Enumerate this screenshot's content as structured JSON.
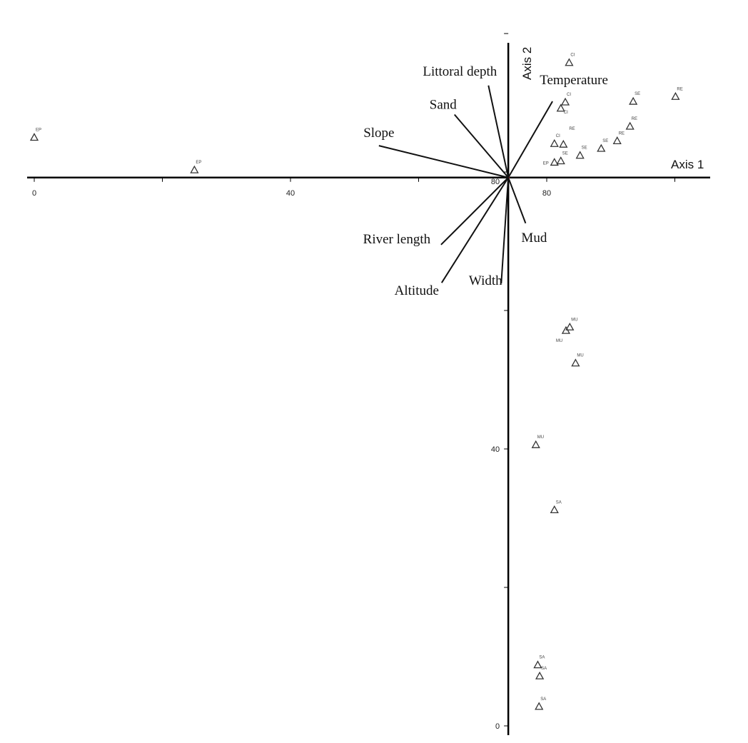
{
  "chart_data": {
    "type": "scatter",
    "title": "",
    "xlabel": "Axis 1",
    "ylabel": "Axis 2",
    "xlim": [
      0,
      105
    ],
    "ylim": [
      -1,
      99
    ],
    "x_ticks": [
      0,
      20,
      40,
      60,
      80,
      100
    ],
    "x_tick_labels": [
      "0",
      "",
      "40",
      "",
      "80",
      ""
    ],
    "y_ticks": [
      0,
      20,
      40,
      60,
      80,
      100
    ],
    "y_tick_labels": [
      "0",
      "",
      "40",
      "",
      "80",
      ""
    ],
    "origin": [
      74.0,
      79.2
    ],
    "grid": false,
    "marker": "triangle-open",
    "sites": [
      {
        "label": "EP",
        "x": 0.0,
        "y": 85.0,
        "label_pos": "above"
      },
      {
        "label": "EP",
        "x": 25.0,
        "y": 80.3,
        "label_pos": "above"
      },
      {
        "label": "CI",
        "x": 83.5,
        "y": 95.8,
        "label_pos": "above"
      },
      {
        "label": "SE",
        "x": 93.5,
        "y": 90.2,
        "label_pos": "above"
      },
      {
        "label": "RE",
        "x": 100.1,
        "y": 90.9,
        "label_pos": "above"
      },
      {
        "label": "CI",
        "x": 82.9,
        "y": 90.1,
        "label_pos": "above"
      },
      {
        "label": "CI",
        "x": 82.2,
        "y": 89.2,
        "label_pos": "right"
      },
      {
        "label": "RE",
        "x": 93.0,
        "y": 86.6,
        "label_pos": "above"
      },
      {
        "label": "RE",
        "x": 91.0,
        "y": 84.5,
        "label_pos": "above"
      },
      {
        "label": "SE",
        "x": 88.5,
        "y": 83.4,
        "label_pos": "above"
      },
      {
        "label": "CI",
        "x": 81.2,
        "y": 84.1,
        "label_pos": "above"
      },
      {
        "label": "RE",
        "x": 82.6,
        "y": 84.0,
        "label_pos": "above-far"
      },
      {
        "label": "SE",
        "x": 85.2,
        "y": 82.4,
        "label_pos": "above"
      },
      {
        "label": "SE",
        "x": 82.2,
        "y": 81.6,
        "label_pos": "above"
      },
      {
        "label": "EP",
        "x": 81.2,
        "y": 81.4,
        "label_pos": "left"
      },
      {
        "label": "MU",
        "x": 83.6,
        "y": 57.6,
        "label_pos": "above"
      },
      {
        "label": "MU",
        "x": 83.0,
        "y": 57.1,
        "label_pos": "below"
      },
      {
        "label": "MU",
        "x": 84.5,
        "y": 52.4,
        "label_pos": "above"
      },
      {
        "label": "MU",
        "x": 78.3,
        "y": 40.6,
        "label_pos": "above"
      },
      {
        "label": "SA",
        "x": 81.2,
        "y": 31.2,
        "label_pos": "above"
      },
      {
        "label": "SA",
        "x": 78.6,
        "y": 8.8,
        "label_pos": "above"
      },
      {
        "label": "SA",
        "x": 78.9,
        "y": 7.2,
        "label_pos": "above"
      },
      {
        "label": "SA",
        "x": 78.8,
        "y": 2.8,
        "label_pos": "above"
      }
    ],
    "vectors": [
      {
        "label": "Slope",
        "x": 53.8,
        "y": 83.8
      },
      {
        "label": "Sand",
        "x": 65.6,
        "y": 88.3
      },
      {
        "label": "Littoral depth",
        "x": 70.9,
        "y": 92.5
      },
      {
        "label": "Temperature",
        "x": 80.9,
        "y": 90.2
      },
      {
        "label": "Mud",
        "x": 76.7,
        "y": 72.6
      },
      {
        "label": "Width",
        "x": 72.9,
        "y": 63.9
      },
      {
        "label": "Altitude",
        "x": 63.6,
        "y": 64.0
      },
      {
        "label": "River length",
        "x": 63.5,
        "y": 69.5
      }
    ]
  }
}
